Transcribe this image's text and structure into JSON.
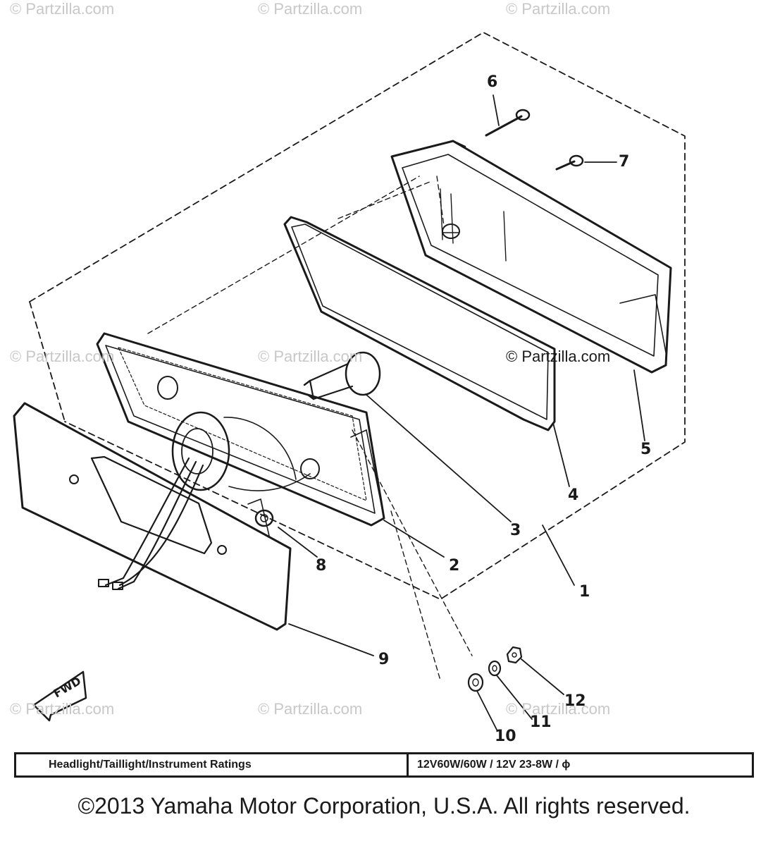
{
  "watermark": "© Partzilla.com",
  "callouts": [
    "1",
    "2",
    "3",
    "4",
    "5",
    "6",
    "7",
    "8",
    "9",
    "10",
    "11",
    "12"
  ],
  "fwd_label": "FWD",
  "ratings": {
    "label": "Headlight/Taillight/Instrument Ratings",
    "value": "12V60W/60W / 12V 23-8W / ϕ"
  },
  "copyright": "©2013 Yamaha Motor Corporation, U.S.A. All rights reserved.",
  "colors": {
    "ink": "#1a1a1a",
    "watermark": "#c8c8c8",
    "background": "#ffffff"
  }
}
